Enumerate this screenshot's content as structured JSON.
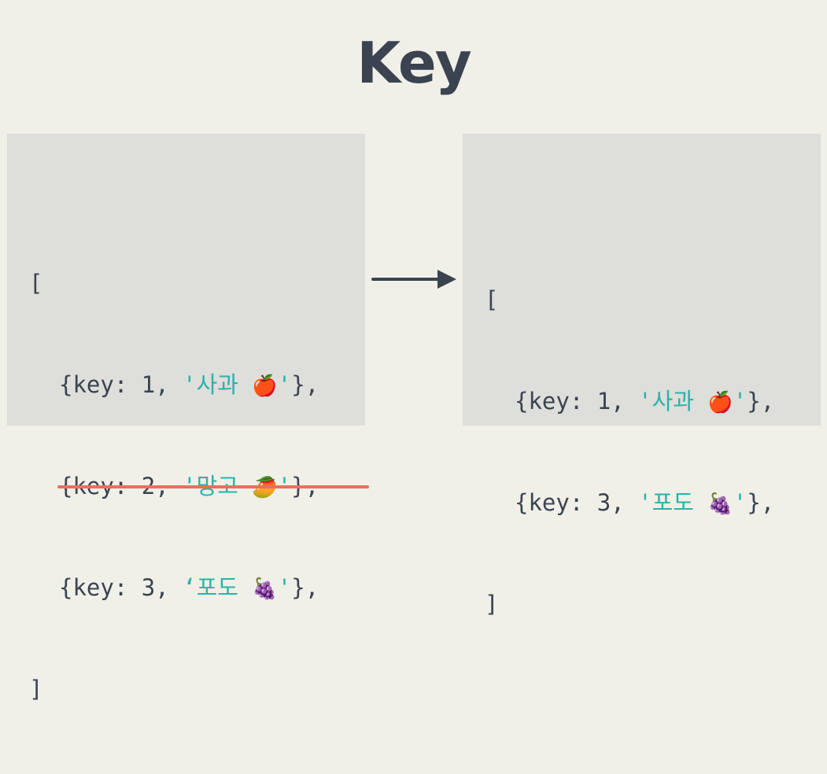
{
  "title": "Key",
  "before": {
    "open_bracket": "[",
    "items": [
      {
        "prefix": "{key: 1, ",
        "label": "'사과 ",
        "emoji": "🍎",
        "suffix_quote": "'",
        "suffix": "},"
      },
      {
        "prefix": "{key: 2, ",
        "label": "'망고 ",
        "emoji": "🥭",
        "suffix_quote": "'",
        "suffix": "},"
      },
      {
        "prefix": "{key: 3, ",
        "label": "‘포도 ",
        "emoji": "🍇",
        "suffix_quote": "'",
        "suffix": "},"
      }
    ],
    "close_bracket": "]"
  },
  "after": {
    "open_bracket": "[",
    "items": [
      {
        "prefix": "{key: 1, ",
        "label": "'사과 ",
        "emoji": "🍎",
        "suffix_quote": "'",
        "suffix": "},"
      },
      {
        "prefix": "{key: 3, ",
        "label": "'포도 ",
        "emoji": "🍇",
        "suffix_quote": "'",
        "suffix": "},"
      }
    ],
    "close_bracket": "]"
  },
  "colors": {
    "background": "#f0f0e8",
    "panel": "#dededa",
    "text": "#3b4351",
    "string": "#2bb2a8",
    "strike": "#e8705a"
  },
  "icons": [
    "apple-emoji",
    "mango-emoji",
    "grape-emoji",
    "right-arrow-icon"
  ]
}
